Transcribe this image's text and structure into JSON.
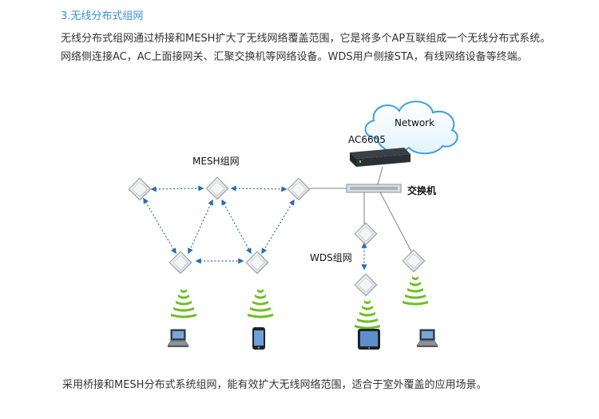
{
  "section": {
    "title": "3.无线分布式组网"
  },
  "intro": {
    "text": "无线分布式组网通过桥接和MESH扩大了无线网络覆盖范围，它是将多个AP互联组成一个无线分布式系统。网络侧连接AC，AC上面接网关、汇聚交换机等网络设备。WDS用户侧接STA，有线网络设备等终端。"
  },
  "diagram": {
    "network_label": "Network",
    "ac_label": "AC6605",
    "mesh_label": "MESH组网",
    "switch_label": "交换机",
    "wds_label": "WDS组网",
    "colors": {
      "link": "#2b6cb0",
      "signal": "#6abf1e",
      "cloud": "#5aaee8"
    }
  },
  "caption": {
    "text": "采用桥接和MESH分布式系统组网，能有效扩大无线网络范围，适合于室外覆盖的应用场景。"
  }
}
